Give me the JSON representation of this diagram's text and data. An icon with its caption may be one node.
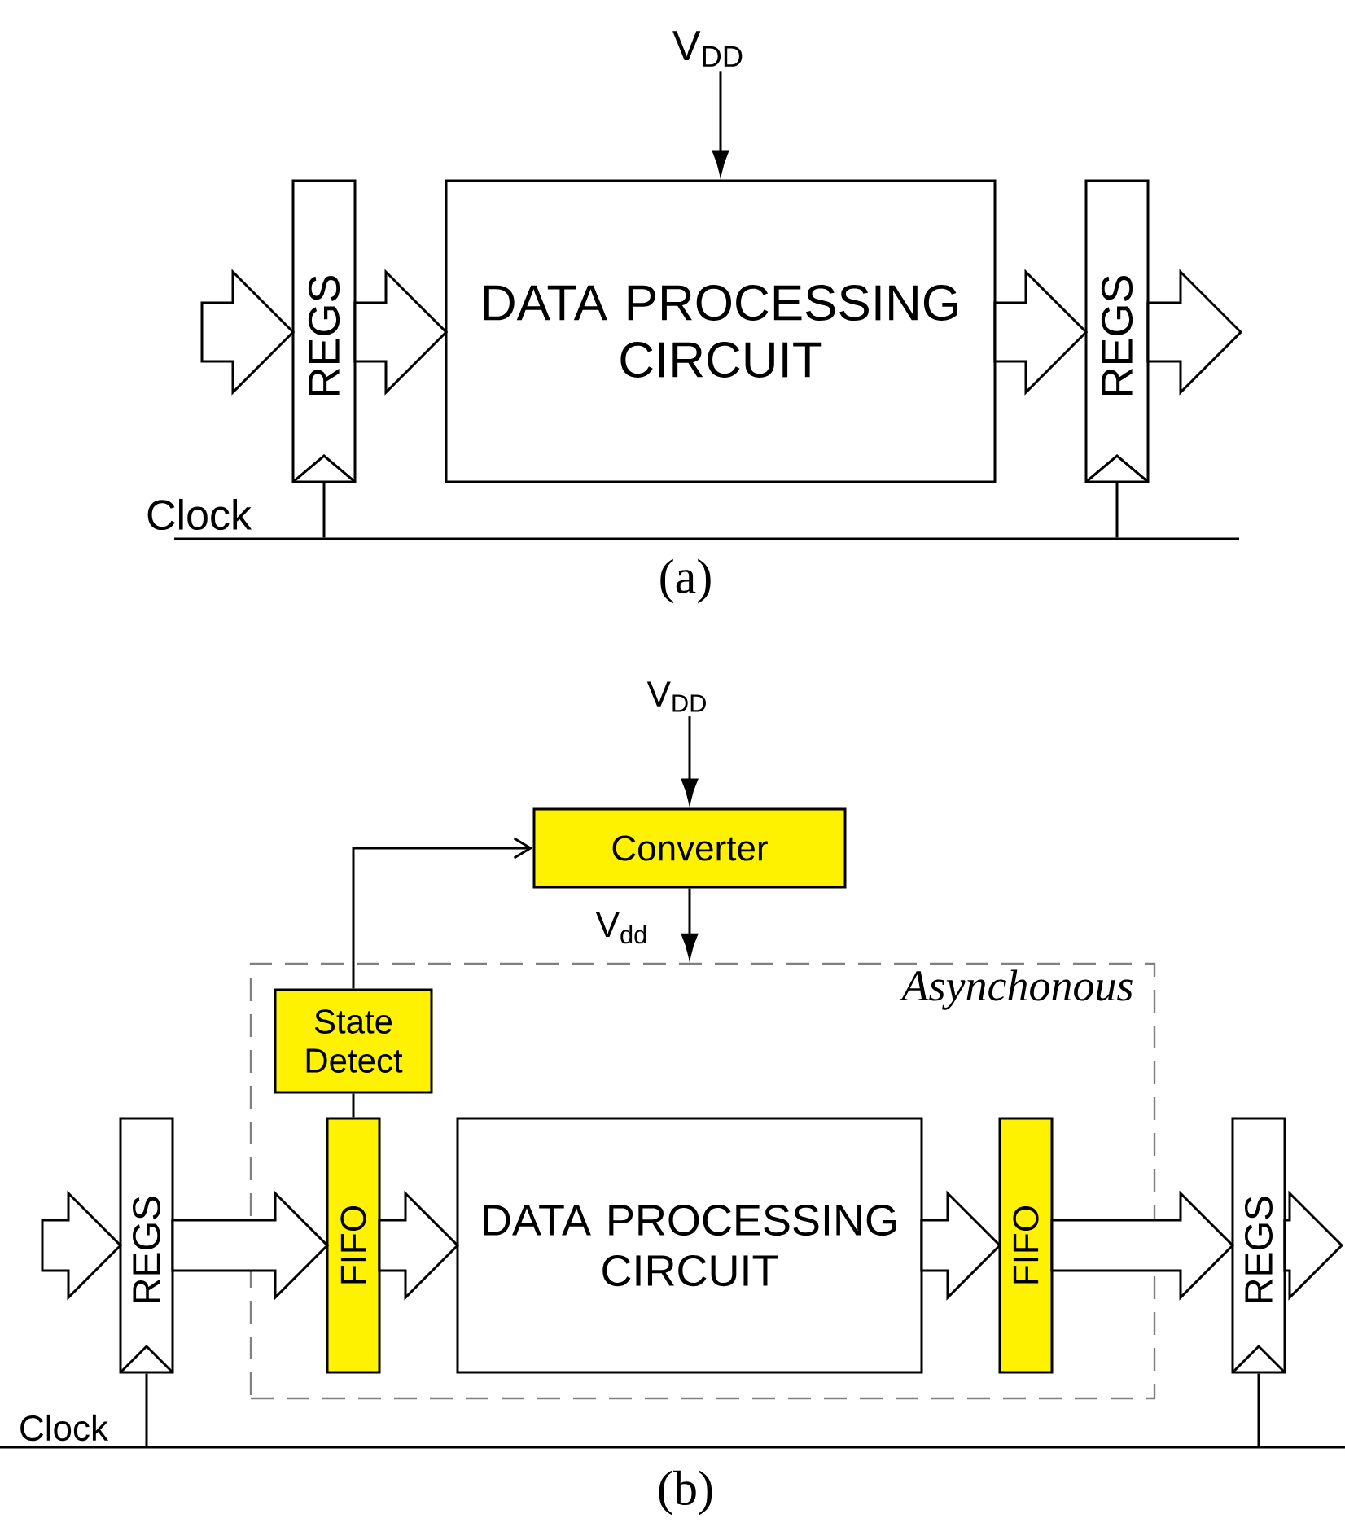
{
  "diagram": {
    "nodes": [
      {
        "text": [
          "REGS"
        ]
      },
      {
        "text": [
          "DATA PROCESSING CIRCUIT"
        ]
      },
      {
        "text": [
          "REGS"
        ]
      },
      {
        "text": [
          "V$_{DD}$"
        ]
      },
      {
        "text": [
          "V$_{DD}$"
        ]
      },
      {
        "text": [
          "Converter"
        ]
      },
      {
        "text": [
          "Asynchonous"
        ]
      },
      {
        "text": [
          "State Detect"
        ],
        "in": 6
      },
      {
        "text": [
          "FIFO"
        ],
        "in": 6
      },
      {
        "text": [
          "DATA PROCESSING CIRCUIT"
        ],
        "in": 6
      },
      {
        "text": [
          "FIFO"
        ],
        "in": 6
      },
      {
        "text": [
          "REGS"
        ]
      },
      {
        "text": [
          "REGS"
        ]
      },
      {
        "text": [],
        "shape": "bar",
        "beside": [
          "Clock"
        ]
      },
      {
        "text": [],
        "shape": "bar",
        "beside": [
          "Clock"
        ]
      }
    ],
    "edges": [
      {
        "from": null,
        "to": 0,
        "arrow": "to",
        "style": "thick"
      },
      {
        "from": 0,
        "to": 1,
        "arrow": "to",
        "style": "thick"
      },
      {
        "from": 1,
        "to": 2,
        "arrow": "to",
        "style": "thick"
      },
      {
        "from": 2,
        "to": null,
        "arrow": "to",
        "style": "thick"
      },
      {
        "from": 3,
        "to": 1,
        "arrow": "to"
      },
      {
        "from": 4,
        "to": 5,
        "arrow": "to"
      },
      {
        "from": 5,
        "to": 6,
        "arrow": "to",
        "label": "V$_{dd}$"
      },
      {
        "from": 7,
        "to": 5,
        "arrow": "to"
      },
      {
        "from": 8,
        "to": 7,
        "arrow": "none"
      },
      {
        "from": null,
        "to": 11,
        "arrow": "to",
        "style": "thick"
      },
      {
        "from": 11,
        "to": 8,
        "arrow": "to",
        "style": "thick"
      },
      {
        "from": 8,
        "to": 9,
        "arrow": "to",
        "style": "thick"
      },
      {
        "from": 9,
        "to": 10,
        "arrow": "to",
        "style": "thick"
      },
      {
        "from": 10,
        "to": 12,
        "arrow": "to",
        "style": "thick"
      },
      {
        "from": 12,
        "to": null,
        "arrow": "to",
        "style": "thick"
      },
      {
        "from": 13,
        "to": 0,
        "arrow": "none"
      },
      {
        "from": 13,
        "to": 2,
        "arrow": "none"
      },
      {
        "from": 14,
        "to": 11,
        "arrow": "none"
      },
      {
        "from": 14,
        "to": 12,
        "arrow": "none"
      }
    ],
    "labels": [
      "(a)",
      "(b)"
    ]
  }
}
